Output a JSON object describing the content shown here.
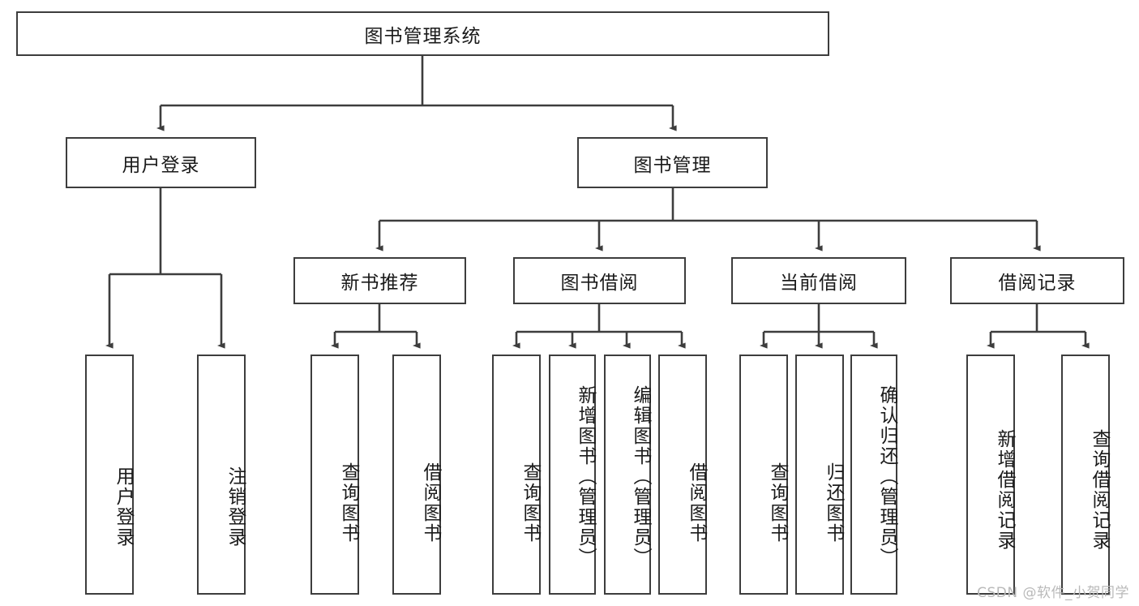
{
  "diagram": {
    "title": "图书管理系统",
    "type": "tree-hierarchy-diagram",
    "watermark": "CSDN @软件_小贺同学",
    "colors": {
      "stroke": "#3d3d3d",
      "fill": "#ffffff",
      "text": "#1a1a1a",
      "watermark": "#b9b9b9"
    },
    "nodes": {
      "root": {
        "label": "图书管理系统"
      },
      "level2": [
        {
          "id": "user-login",
          "label": "用户登录"
        },
        {
          "id": "book-management",
          "label": "图书管理"
        }
      ],
      "level3": [
        {
          "id": "new-book-recommend",
          "label": "新书推荐"
        },
        {
          "id": "book-borrow",
          "label": "图书借阅"
        },
        {
          "id": "current-borrow",
          "label": "当前借阅"
        },
        {
          "id": "borrow-record",
          "label": "借阅记录"
        }
      ],
      "leaves": {
        "user-login": [
          {
            "id": "leaf-user-login",
            "label": "用户登录"
          },
          {
            "id": "leaf-logout-login",
            "label": "注销登录"
          }
        ],
        "new-book-recommend": [
          {
            "id": "leaf-query-book-1",
            "label": "查询图书"
          },
          {
            "id": "leaf-borrow-book-1",
            "label": "借阅图书"
          }
        ],
        "book-borrow": [
          {
            "id": "leaf-query-book-2",
            "label": "查询图书"
          },
          {
            "id": "leaf-add-book",
            "label": "新增图书（管理员）"
          },
          {
            "id": "leaf-edit-book",
            "label": "编辑图书（管理员）"
          },
          {
            "id": "leaf-borrow-book-2",
            "label": "借阅图书"
          }
        ],
        "current-borrow": [
          {
            "id": "leaf-query-book-3",
            "label": "查询图书"
          },
          {
            "id": "leaf-return-book",
            "label": "归还图书"
          },
          {
            "id": "leaf-confirm-return",
            "label": "确认归还（管理员）"
          }
        ],
        "borrow-record": [
          {
            "id": "leaf-add-record",
            "label": "新增借阅记录"
          },
          {
            "id": "leaf-query-record",
            "label": "查询借阅记录"
          }
        ]
      }
    }
  }
}
